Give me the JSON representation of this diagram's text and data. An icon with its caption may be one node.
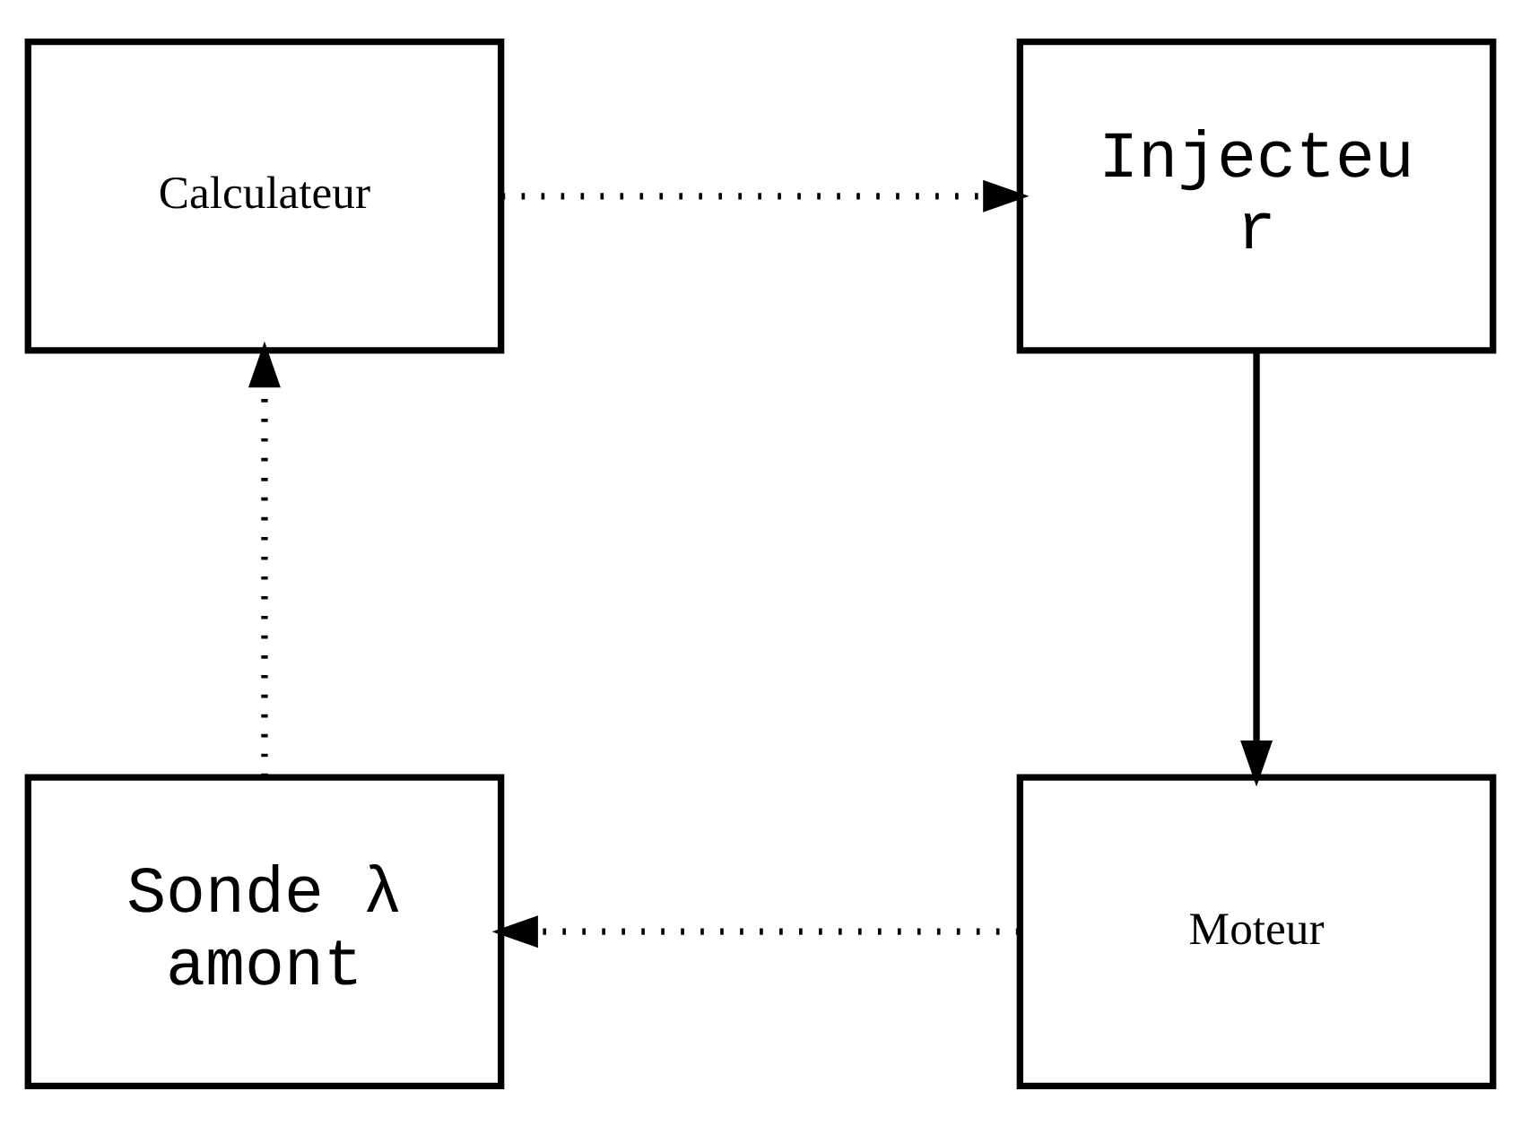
{
  "diagram": {
    "nodes": [
      {
        "text": [
          "Calculateur"
        ]
      },
      {
        "text": [
          "Injecteu r"
        ]
      },
      {
        "text": [
          "Sonde λ amont"
        ]
      },
      {
        "text": [
          "Moteur"
        ]
      }
    ],
    "edges": [
      {
        "from": 0,
        "to": 1,
        "arrow": "to",
        "style": "dashed"
      },
      {
        "from": 1,
        "to": 3,
        "arrow": "to"
      },
      {
        "from": 3,
        "to": 2,
        "arrow": "to",
        "style": "dashed"
      },
      {
        "from": 2,
        "to": 0,
        "arrow": "to",
        "style": "dashed"
      }
    ]
  }
}
